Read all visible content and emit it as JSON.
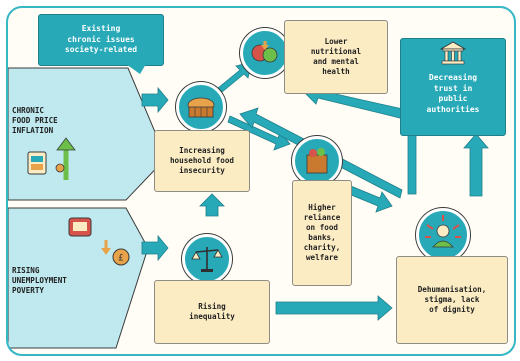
{
  "header_banner": "Existing\nchronic issues\nsociety-related",
  "causes": {
    "food_price": "CHRONIC\nFOOD PRICE\nINFLATION",
    "unemployment": "RISING\nUNEMPLOYMENT\nPOVERTY"
  },
  "nodes": {
    "food_insecurity": "Increasing\nhousehold food\ninsecurity",
    "rising_inequality": "Rising\ninequality",
    "lower_health": "Lower\nnutritional\nand mental\nhealth",
    "food_banks": "Higher\nreliance\non food\nbanks,\ncharity,\nwelfare",
    "dehumanisation": "Dehumanisation,\nstigma, lack\nof dignity",
    "decreasing_trust": "Decreasing\ntrust in\npublic\nauthorities"
  },
  "colors": {
    "teal": "#27a9b8",
    "light_teal": "#bfe9ef",
    "box_fill": "#fbecc4",
    "outline": "#35b7c6"
  },
  "icons": [
    "bread-crate-icon",
    "grocery-cart-icon",
    "money-coin-icon",
    "food-bowl-icon",
    "fruit-basket-icon",
    "scales-icon",
    "grocery-bag-icon",
    "person-pressure-icon",
    "government-building-icon"
  ]
}
